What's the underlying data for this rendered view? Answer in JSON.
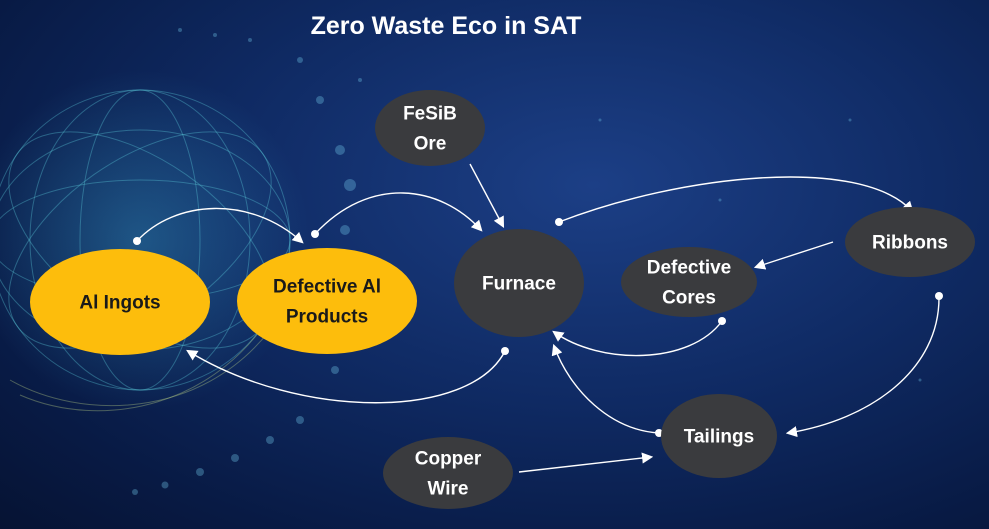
{
  "title": "Zero Waste Eco in SAT",
  "colors": {
    "yellow_node": "#fdbd0c",
    "dark_node": "#3a3b3e",
    "dark_text": "#1a1a1a",
    "light_text": "#ffffff",
    "arrow": "#ffffff"
  },
  "nodes": {
    "al_ingots": {
      "lines": [
        "Al Ingots"
      ]
    },
    "defective_al_products": {
      "lines": [
        "Defective Al",
        "Products"
      ]
    },
    "fesib_ore": {
      "lines": [
        "FeSiB",
        "Ore"
      ]
    },
    "furnace": {
      "lines": [
        "Furnace"
      ]
    },
    "defective_cores": {
      "lines": [
        "Defective",
        "Cores"
      ]
    },
    "ribbons": {
      "lines": [
        "Ribbons"
      ]
    },
    "tailings": {
      "lines": [
        "Tailings"
      ]
    },
    "copper_wire": {
      "lines": [
        "Copper",
        "Wire"
      ]
    }
  }
}
